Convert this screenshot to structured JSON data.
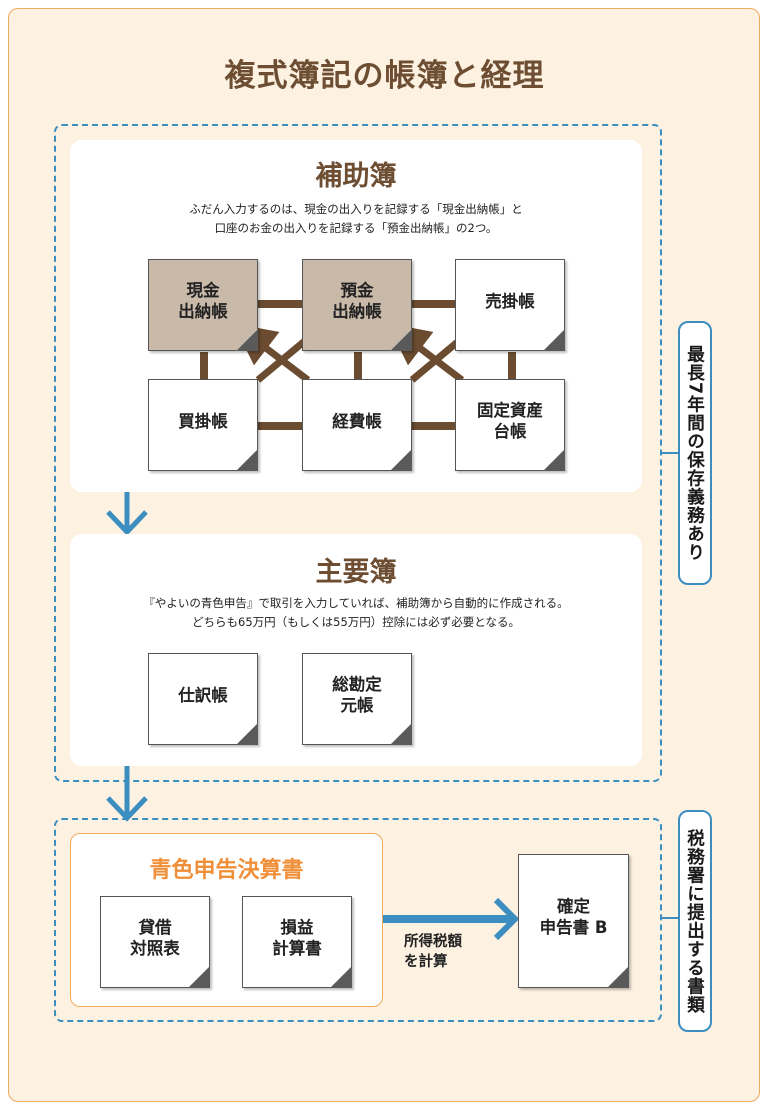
{
  "title": "複式簿記の帳簿と経理",
  "subsidiary": {
    "title": "補助簿",
    "description_lines": [
      "ふだん入力するのは、現金の出入りを記録する「現金出納帳」と",
      "口座のお金の出入りを記録する「預金出納帳」の2つ。"
    ],
    "books": [
      {
        "label": "現金\n出納帳",
        "highlighted": true
      },
      {
        "label": "預金\n出納帳",
        "highlighted": true
      },
      {
        "label": "売掛帳",
        "highlighted": false
      },
      {
        "label": "買掛帳",
        "highlighted": false
      },
      {
        "label": "経費帳",
        "highlighted": false
      },
      {
        "label": "固定資産\n台帳",
        "highlighted": false
      }
    ]
  },
  "main_books": {
    "title": "主要簿",
    "description_lines": [
      "『やよいの青色申告』で取引を入力していれば、補助簿から自動的に作成される。",
      "どちらも65万円（もしくは55万円）控除には必ず必要となる。"
    ],
    "books": [
      {
        "label": "仕訳帳"
      },
      {
        "label": "総勘定\n元帳"
      }
    ]
  },
  "blue_return": {
    "title": "青色申告決算書",
    "books": [
      {
        "label": "貸借\n対照表"
      },
      {
        "label": "損益\n計算書"
      }
    ]
  },
  "calc_label": "所得税額\nを計算",
  "final_return": {
    "label": "確定\n申告書 B"
  },
  "side_labels": {
    "retention": "最長7年間の保存義務あり",
    "submission": "税務署に提出する書類"
  },
  "colors": {
    "title_brown": "#6e4e33",
    "connector_brown": "#6b4c30",
    "accent_blue": "#3c8dc0",
    "accent_orange": "#f08f3a",
    "background_cream": "#fdf1e2",
    "highlight_beige": "#c9b9a9"
  }
}
